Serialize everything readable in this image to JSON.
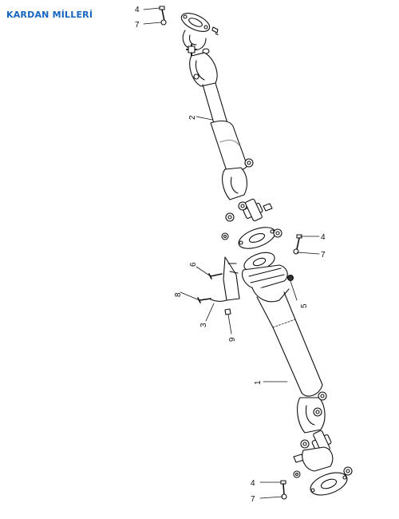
{
  "title": "KARDAN MİLLERİ",
  "colors": {
    "title": "#1565c0",
    "line": "#111111",
    "shade": "#d9d9d9"
  },
  "callouts": {
    "top_4": "4",
    "top_7": "7",
    "top_2": "2",
    "mid_4": "4",
    "mid_7": "7",
    "mid_6": "6",
    "mid_8": "8",
    "mid_3": "3",
    "mid_9": "9",
    "mid_5": "5",
    "mid_1": "1",
    "bot_4": "4",
    "bot_7": "7"
  }
}
